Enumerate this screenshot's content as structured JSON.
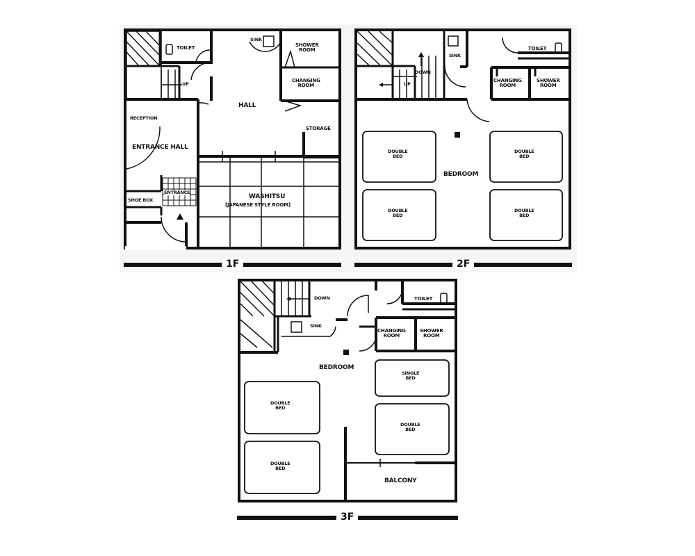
{
  "floors": {
    "f1": {
      "floor_label": "1F",
      "toilet": "TOILET",
      "sink": "SINK",
      "shower_room": [
        "SHOWER",
        "ROOM"
      ],
      "changing_room": [
        "CHANGING",
        "ROOM"
      ],
      "up": "UP",
      "hall": "HALL",
      "reception": "RECEPTION",
      "entrance_hall": "ENTRANCE HALL",
      "storage": "STORAGE",
      "entrance": "ENTRANCE",
      "shoe_box": "SHOE BOX",
      "washitsu": "WASHITSU",
      "washitsu_sub": "[JAPANESE STYLE ROOM]"
    },
    "f2": {
      "floor_label": "2F",
      "sink": "SINK",
      "toilet": "TOILET",
      "down": "DOWN",
      "up": "UP",
      "changing_room": [
        "CHANGING",
        "ROOM"
      ],
      "shower_room": [
        "SHOWER",
        "ROOM"
      ],
      "bedroom": "BEDROOM",
      "beds": [
        [
          "DOUBLE",
          "BED"
        ],
        [
          "DOUBLE",
          "BED"
        ],
        [
          "DOUBLE",
          "BED"
        ],
        [
          "DOUBLE",
          "BED"
        ]
      ]
    },
    "f3": {
      "floor_label": "3F",
      "down": "DOWN",
      "toilet": "TOILET",
      "sink": "SINK",
      "changing_room": [
        "CHANGING",
        "ROOM"
      ],
      "shower_room": [
        "SHOWER",
        "ROOM"
      ],
      "bedroom": "BEDROOM",
      "single_bed": [
        "SINGLE",
        "BED"
      ],
      "beds": [
        [
          "DOUBLE",
          "BED"
        ],
        [
          "DOUBLE",
          "BED"
        ],
        [
          "DOUBLE",
          "BED"
        ]
      ],
      "balcony": "BALCONY"
    }
  }
}
